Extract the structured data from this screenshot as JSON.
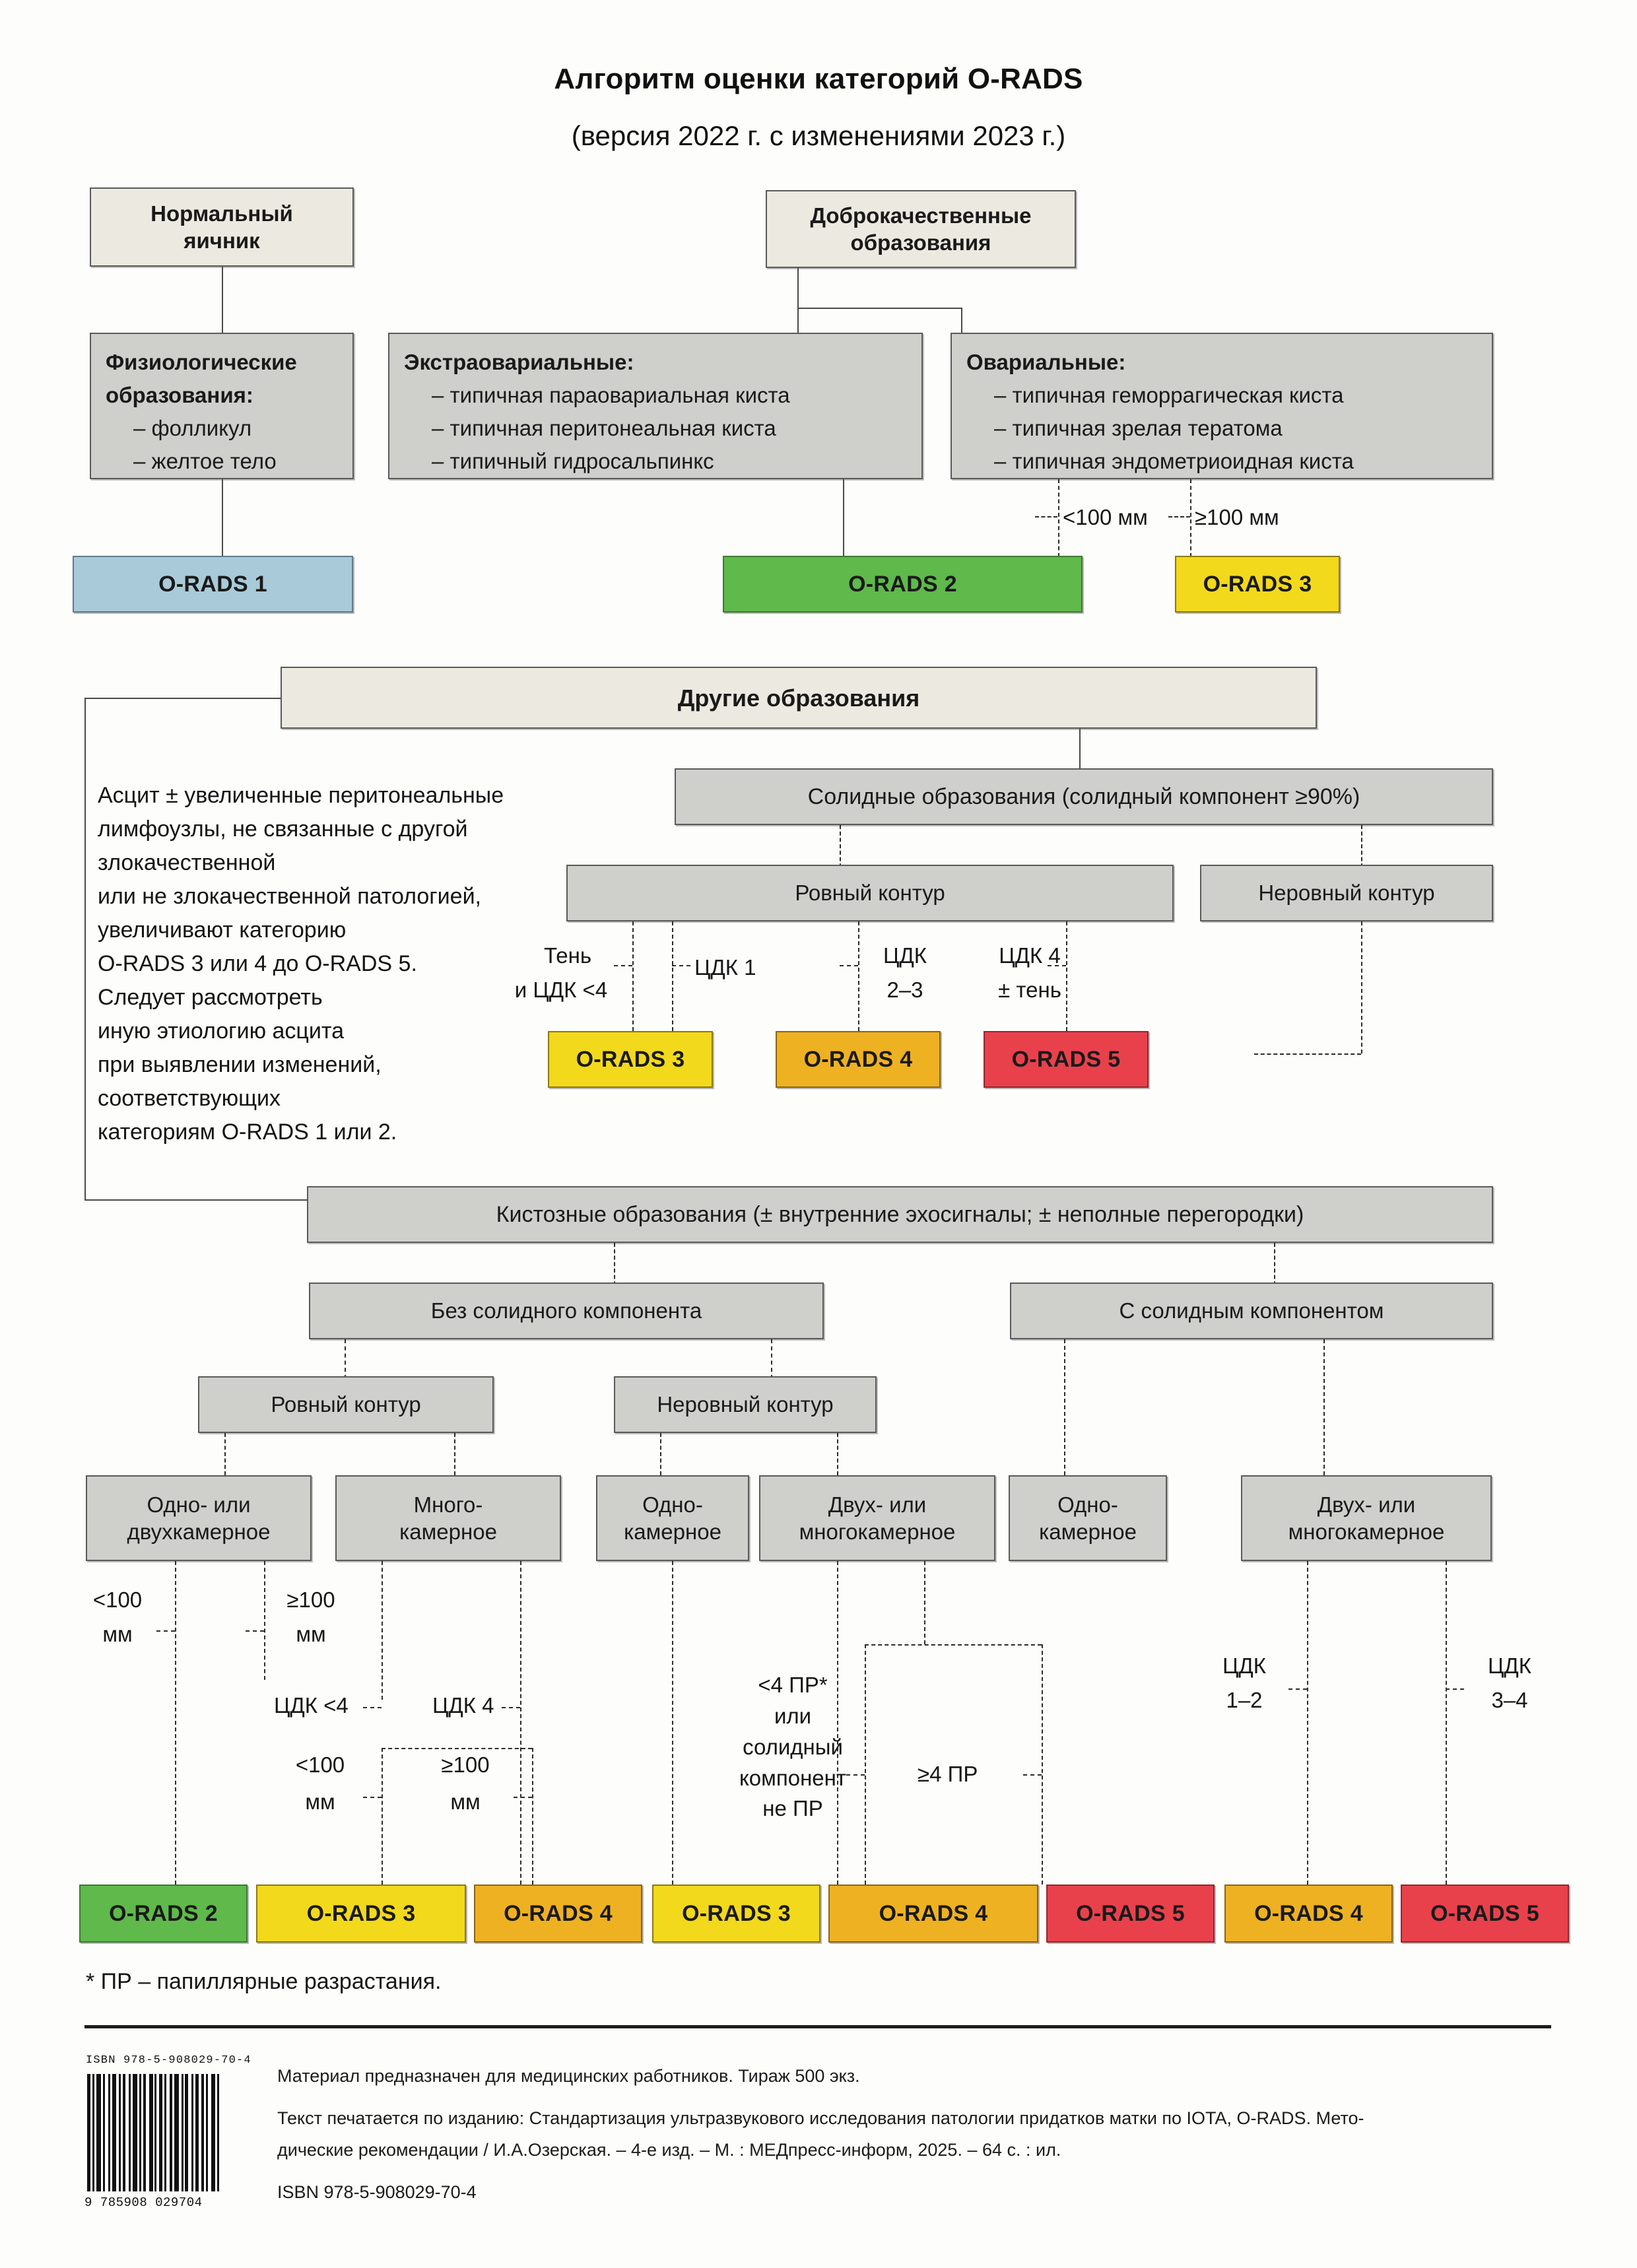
{
  "header": {
    "title": "Алгоритм оценки категорий O-RADS",
    "subtitle": "(версия 2022 г.  с изменениями 2023 г.)"
  },
  "top": {
    "normal_ovary": "Нормальный\nяичник",
    "benign": "Доброкачественные\nобразования",
    "physiologic": {
      "heading": "Физиологические",
      "heading2": "образования:",
      "items": [
        "– фолликул",
        "– желтое тело"
      ]
    },
    "extraovarian": {
      "heading": "Экстраовариальные:",
      "items": [
        "– типичная параовариальная киста",
        "– типичная перитонеальная киста",
        "– типичный гидросальпинкс"
      ]
    },
    "ovarian": {
      "heading": "Овариальные:",
      "items": [
        "– типичная геморрагическая киста",
        "– типичная зрелая тератома",
        "– типичная эндометриоидная киста"
      ]
    },
    "lt100": "<100 мм",
    "ge100": "≥100 мм",
    "orads1": "O-RADS 1",
    "orads2": "O-RADS 2",
    "orads3": "O-RADS 3"
  },
  "other": {
    "header": "Другие образования",
    "ascites": "Асцит ± увеличенные перитонеальные\nлимфоузлы, не связанные с другой\nзлокачественной\nили не злокачественной патологией,\nувеличивают категорию\nO-RADS 3 или 4 до O-RADS 5.\nСледует рассмотреть\nиную этиологию асцита\nпри выявлении изменений,\nсоответствующих\nкатегориям O-RADS 1 или 2."
  },
  "solid": {
    "header": "Солидные образования (солидный компонент ≥90%)",
    "smooth": "Ровный контур",
    "irregular": "Неровный контур",
    "lbl_shadow": "Тень",
    "lbl_shadow2": "и ЦДК <4",
    "lbl_cdk1": "ЦДК 1",
    "lbl_cdk23a": "ЦДК",
    "lbl_cdk23b": "2–3",
    "lbl_cdk4a": "ЦДК 4",
    "lbl_cdk4b": "± тень",
    "orads3": "O-RADS 3",
    "orads4": "O-RADS 4",
    "orads5": "O-RADS 5"
  },
  "cystic": {
    "header": "Кистозные образования (± внутренние эхосигналы; ± неполные перегородки)",
    "no_solid": "Без солидного компонента",
    "with_solid": "С солидным компонентом",
    "smooth": "Ровный контур",
    "irregular": "Неровный контур",
    "chambers": [
      "Одно- или\nдвухкамерное",
      "Много-\nкамерное",
      "Одно-\nкамерное",
      "Двух- или\nмногокамерное",
      "Одно-\nкамерное",
      "Двух- или\nмногокамерное"
    ],
    "lbl_lt100_a1": "<100",
    "lbl_lt100_a2": "мм",
    "lbl_ge100_a1": "≥100",
    "lbl_ge100_a2": "мм",
    "lbl_cdk_lt4": "ЦДК <4",
    "lbl_cdk4": "ЦДК 4",
    "lbl_lt100_b1": "<100",
    "lbl_lt100_b2": "мм",
    "lbl_ge100_b1": "≥100",
    "lbl_ge100_b2": "мм",
    "lbl_pr_block": "<4 ПР*\nили\nсолидный\nкомпонент\nне ПР",
    "lbl_ge4pr": "≥4 ПР",
    "lbl_cdk12a": "ЦДК",
    "lbl_cdk12b": "1–2",
    "lbl_cdk34a": "ЦДК",
    "lbl_cdk34b": "3–4",
    "results": [
      "O-RADS 2",
      "O-RADS 3",
      "O-RADS 4",
      "O-RADS 3",
      "O-RADS 4",
      "O-RADS 5",
      "O-RADS 4",
      "O-RADS 5"
    ]
  },
  "footnote": "* ПР – папиллярные разрастания.",
  "footer": {
    "isbn_top": "ISBN  978-5-908029-70-4",
    "line1": "Материал предназначен для медицинских работников. Тираж 500 экз.",
    "line2": "Текст печатается по изданию: Стандартизация ультразвукового исследования патологии придатков матки по IOTA, O-RADS. Мето-",
    "line3": "дические рекомендации / И.А.Озерская. – 4-е изд. – М. : МЕДпресс-информ, 2025. – 64 с. : ил.",
    "line4": "ISBN 978-5-908029-70-4",
    "barcode_digits": "9 785908 029704"
  },
  "colors": {
    "orads1": "#a9cad8",
    "orads2": "#5fb94b",
    "orads3": "#f2d91c",
    "orads4": "#eeb122",
    "orads5": "#e8414c",
    "box_cream": "#ece9e0",
    "box_grey": "#cfcfcc"
  }
}
